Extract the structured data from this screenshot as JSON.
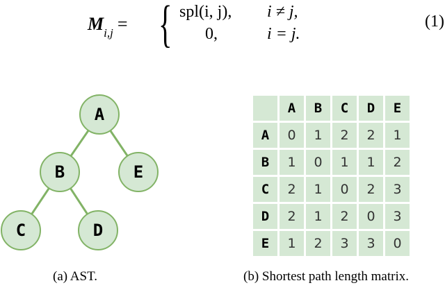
{
  "equation": {
    "lhs_symbol": "M",
    "lhs_sub": "i,j",
    "equals": "=",
    "case1_value": "spl(i, j),",
    "case1_cond": "i ≠ j,",
    "case2_value": "0,",
    "case2_cond": "i = j.",
    "number": "(1)"
  },
  "tree": {
    "node_fill": "#d5e8d4",
    "node_stroke": "#82b366",
    "edge_color": "#82b366",
    "nodes": [
      {
        "id": "A",
        "label": "A"
      },
      {
        "id": "B",
        "label": "B"
      },
      {
        "id": "E",
        "label": "E"
      },
      {
        "id": "C",
        "label": "C"
      },
      {
        "id": "D",
        "label": "D"
      }
    ],
    "edges": [
      [
        "A",
        "B"
      ],
      [
        "A",
        "E"
      ],
      [
        "B",
        "C"
      ],
      [
        "B",
        "D"
      ]
    ]
  },
  "matrix": {
    "cell_fill": "#d5e8d4",
    "col_headers": [
      "A",
      "B",
      "C",
      "D",
      "E"
    ],
    "rows": [
      {
        "label": "A",
        "values": [
          "0",
          "1",
          "2",
          "2",
          "1"
        ]
      },
      {
        "label": "B",
        "values": [
          "1",
          "0",
          "1",
          "1",
          "2"
        ]
      },
      {
        "label": "C",
        "values": [
          "2",
          "1",
          "0",
          "2",
          "3"
        ]
      },
      {
        "label": "D",
        "values": [
          "2",
          "1",
          "2",
          "0",
          "3"
        ]
      },
      {
        "label": "E",
        "values": [
          "1",
          "2",
          "3",
          "3",
          "0"
        ]
      }
    ]
  },
  "captions": {
    "a": "(a)  AST.",
    "b": "(b)  Shortest path length matrix."
  }
}
